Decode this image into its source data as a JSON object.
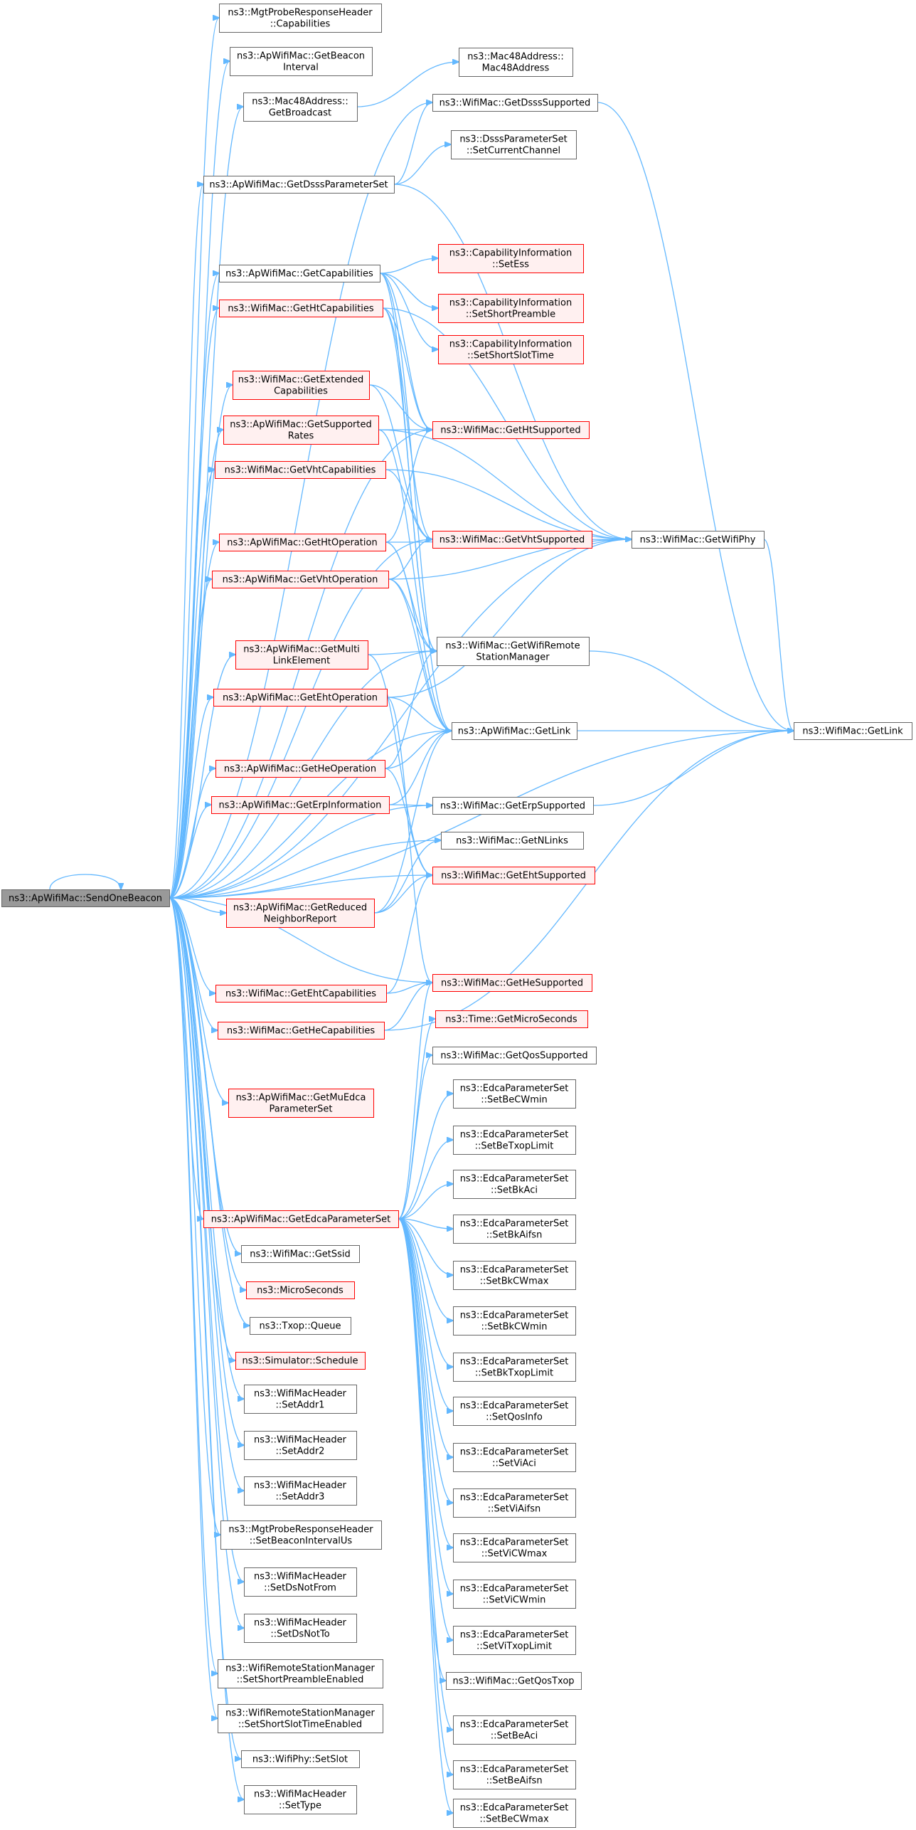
{
  "colors": {
    "edge": "#63b8ff",
    "node_fill": "#ffffff",
    "node_border": "#666666",
    "linked_fill": "#fff0f0",
    "linked_border": "#ff0000",
    "root_fill": "#999999",
    "root_border": "#666666"
  },
  "nodes": [
    {
      "id": "root",
      "lines": [
        "ns3::ApWifiMac::SendOneBeacon"
      ],
      "style": "root"
    },
    {
      "id": "probeCap",
      "lines": [
        "ns3::MgtProbeResponseHeader",
        "::Capabilities"
      ],
      "style": "plain"
    },
    {
      "id": "getBeaconInterval",
      "lines": [
        "ns3::ApWifiMac::GetBeacon",
        "Interval"
      ],
      "style": "plain"
    },
    {
      "id": "getBroadcast",
      "lines": [
        "ns3::Mac48Address::",
        "GetBroadcast"
      ],
      "style": "plain"
    },
    {
      "id": "mac48",
      "lines": [
        "ns3::Mac48Address::",
        "Mac48Address"
      ],
      "style": "plain"
    },
    {
      "id": "getDsssSupported",
      "lines": [
        "ns3::WifiMac::GetDsssSupported"
      ],
      "style": "plain"
    },
    {
      "id": "setCurrentChannel",
      "lines": [
        "ns3::DsssParameterSet",
        "::SetCurrentChannel"
      ],
      "style": "plain"
    },
    {
      "id": "getDsssParamSet",
      "lines": [
        "ns3::ApWifiMac::GetDsssParameterSet"
      ],
      "style": "plain"
    },
    {
      "id": "getCapabilities",
      "lines": [
        "ns3::ApWifiMac::GetCapabilities"
      ],
      "style": "plain"
    },
    {
      "id": "setEss",
      "lines": [
        "ns3::CapabilityInformation",
        "::SetEss"
      ],
      "style": "linked"
    },
    {
      "id": "getHtCaps",
      "lines": [
        "ns3::WifiMac::GetHtCapabilities"
      ],
      "style": "linked"
    },
    {
      "id": "setShortPreamble",
      "lines": [
        "ns3::CapabilityInformation",
        "::SetShortPreamble"
      ],
      "style": "linked"
    },
    {
      "id": "setShortSlotTime",
      "lines": [
        "ns3::CapabilityInformation",
        "::SetShortSlotTime"
      ],
      "style": "linked"
    },
    {
      "id": "getExtCaps",
      "lines": [
        "ns3::WifiMac::GetExtended",
        "Capabilities"
      ],
      "style": "linked"
    },
    {
      "id": "getSupportedRates",
      "lines": [
        "ns3::ApWifiMac::GetSupported",
        "Rates"
      ],
      "style": "linked"
    },
    {
      "id": "getHtSupported",
      "lines": [
        "ns3::WifiMac::GetHtSupported"
      ],
      "style": "linked"
    },
    {
      "id": "getVhtCaps",
      "lines": [
        "ns3::WifiMac::GetVhtCapabilities"
      ],
      "style": "linked"
    },
    {
      "id": "getHtOperation",
      "lines": [
        "ns3::ApWifiMac::GetHtOperation"
      ],
      "style": "linked"
    },
    {
      "id": "getVhtSupported",
      "lines": [
        "ns3::WifiMac::GetVhtSupported"
      ],
      "style": "linked"
    },
    {
      "id": "getWifiPhy",
      "lines": [
        "ns3::WifiMac::GetWifiPhy"
      ],
      "style": "plain"
    },
    {
      "id": "getVhtOperation",
      "lines": [
        "ns3::ApWifiMac::GetVhtOperation"
      ],
      "style": "linked"
    },
    {
      "id": "getMultiLink",
      "lines": [
        "ns3::ApWifiMac::GetMulti",
        "LinkElement"
      ],
      "style": "linked"
    },
    {
      "id": "getRsm",
      "lines": [
        "ns3::WifiMac::GetWifiRemote",
        "StationManager"
      ],
      "style": "plain"
    },
    {
      "id": "getEhtOperation",
      "lines": [
        "ns3::ApWifiMac::GetEhtOperation"
      ],
      "style": "linked"
    },
    {
      "id": "apGetLink",
      "lines": [
        "ns3::ApWifiMac::GetLink"
      ],
      "style": "plain"
    },
    {
      "id": "wmGetLink",
      "lines": [
        "ns3::WifiMac::GetLink"
      ],
      "style": "plain"
    },
    {
      "id": "getHeOperation",
      "lines": [
        "ns3::ApWifiMac::GetHeOperation"
      ],
      "style": "linked"
    },
    {
      "id": "getErpInfo",
      "lines": [
        "ns3::ApWifiMac::GetErpInformation"
      ],
      "style": "linked"
    },
    {
      "id": "getErpSupported",
      "lines": [
        "ns3::WifiMac::GetErpSupported"
      ],
      "style": "plain"
    },
    {
      "id": "getNLinks",
      "lines": [
        "ns3::WifiMac::GetNLinks"
      ],
      "style": "plain"
    },
    {
      "id": "getEhtSupported",
      "lines": [
        "ns3::WifiMac::GetEhtSupported"
      ],
      "style": "linked"
    },
    {
      "id": "getReducedNR",
      "lines": [
        "ns3::ApWifiMac::GetReduced",
        "NeighborReport"
      ],
      "style": "linked"
    },
    {
      "id": "getEhtCaps",
      "lines": [
        "ns3::WifiMac::GetEhtCapabilities"
      ],
      "style": "linked"
    },
    {
      "id": "getHeSupported",
      "lines": [
        "ns3::WifiMac::GetHeSupported"
      ],
      "style": "linked"
    },
    {
      "id": "getHeCaps",
      "lines": [
        "ns3::WifiMac::GetHeCapabilities"
      ],
      "style": "linked"
    },
    {
      "id": "getMicroSecs",
      "lines": [
        "ns3::Time::GetMicroSeconds"
      ],
      "style": "linked"
    },
    {
      "id": "getQosSupported",
      "lines": [
        "ns3::WifiMac::GetQosSupported"
      ],
      "style": "plain"
    },
    {
      "id": "getMuEdca",
      "lines": [
        "ns3::ApWifiMac::GetMuEdca",
        "ParameterSet"
      ],
      "style": "linked"
    },
    {
      "id": "setBeCWmin",
      "lines": [
        "ns3::EdcaParameterSet",
        "::SetBeCWmin"
      ],
      "style": "plain"
    },
    {
      "id": "setBeTxop",
      "lines": [
        "ns3::EdcaParameterSet",
        "::SetBeTxopLimit"
      ],
      "style": "plain"
    },
    {
      "id": "setBkAci",
      "lines": [
        "ns3::EdcaParameterSet",
        "::SetBkAci"
      ],
      "style": "plain"
    },
    {
      "id": "getEdca",
      "lines": [
        "ns3::ApWifiMac::GetEdcaParameterSet"
      ],
      "style": "linked"
    },
    {
      "id": "setBkAifsn",
      "lines": [
        "ns3::EdcaParameterSet",
        "::SetBkAifsn"
      ],
      "style": "plain"
    },
    {
      "id": "getSsid",
      "lines": [
        "ns3::WifiMac::GetSsid"
      ],
      "style": "plain"
    },
    {
      "id": "setBkCWmax",
      "lines": [
        "ns3::EdcaParameterSet",
        "::SetBkCWmax"
      ],
      "style": "plain"
    },
    {
      "id": "microSeconds",
      "lines": [
        "ns3::MicroSeconds"
      ],
      "style": "linked"
    },
    {
      "id": "txopQueue",
      "lines": [
        "ns3::Txop::Queue"
      ],
      "style": "plain"
    },
    {
      "id": "setBkCWmin",
      "lines": [
        "ns3::EdcaParameterSet",
        "::SetBkCWmin"
      ],
      "style": "plain"
    },
    {
      "id": "schedule",
      "lines": [
        "ns3::Simulator::Schedule"
      ],
      "style": "linked"
    },
    {
      "id": "setBkTxop",
      "lines": [
        "ns3::EdcaParameterSet",
        "::SetBkTxopLimit"
      ],
      "style": "plain"
    },
    {
      "id": "setAddr1",
      "lines": [
        "ns3::WifiMacHeader",
        "::SetAddr1"
      ],
      "style": "plain"
    },
    {
      "id": "setQosInfo",
      "lines": [
        "ns3::EdcaParameterSet",
        "::SetQosInfo"
      ],
      "style": "plain"
    },
    {
      "id": "setAddr2",
      "lines": [
        "ns3::WifiMacHeader",
        "::SetAddr2"
      ],
      "style": "plain"
    },
    {
      "id": "setViAci",
      "lines": [
        "ns3::EdcaParameterSet",
        "::SetViAci"
      ],
      "style": "plain"
    },
    {
      "id": "setAddr3",
      "lines": [
        "ns3::WifiMacHeader",
        "::SetAddr3"
      ],
      "style": "plain"
    },
    {
      "id": "setViAifsn",
      "lines": [
        "ns3::EdcaParameterSet",
        "::SetViAifsn"
      ],
      "style": "plain"
    },
    {
      "id": "setBeaconIntUs",
      "lines": [
        "ns3::MgtProbeResponseHeader",
        "::SetBeaconIntervalUs"
      ],
      "style": "plain"
    },
    {
      "id": "setViCWmax",
      "lines": [
        "ns3::EdcaParameterSet",
        "::SetViCWmax"
      ],
      "style": "plain"
    },
    {
      "id": "setDsNotFrom",
      "lines": [
        "ns3::WifiMacHeader",
        "::SetDsNotFrom"
      ],
      "style": "plain"
    },
    {
      "id": "setViCWmin",
      "lines": [
        "ns3::EdcaParameterSet",
        "::SetViCWmin"
      ],
      "style": "plain"
    },
    {
      "id": "setDsNotTo",
      "lines": [
        "ns3::WifiMacHeader",
        "::SetDsNotTo"
      ],
      "style": "plain"
    },
    {
      "id": "setViTxop",
      "lines": [
        "ns3::EdcaParameterSet",
        "::SetViTxopLimit"
      ],
      "style": "plain"
    },
    {
      "id": "setShortPreambleEn",
      "lines": [
        "ns3::WifiRemoteStationManager",
        "::SetShortPreambleEnabled"
      ],
      "style": "plain"
    },
    {
      "id": "getQosTxop",
      "lines": [
        "ns3::WifiMac::GetQosTxop"
      ],
      "style": "plain"
    },
    {
      "id": "setBeAci",
      "lines": [
        "ns3::EdcaParameterSet",
        "::SetBeAci"
      ],
      "style": "plain"
    },
    {
      "id": "setShortSlotEn",
      "lines": [
        "ns3::WifiRemoteStationManager",
        "::SetShortSlotTimeEnabled"
      ],
      "style": "plain"
    },
    {
      "id": "setSlot",
      "lines": [
        "ns3::WifiPhy::SetSlot"
      ],
      "style": "plain"
    },
    {
      "id": "setBeAifsn",
      "lines": [
        "ns3::EdcaParameterSet",
        "::SetBeAifsn"
      ],
      "style": "plain"
    },
    {
      "id": "setType",
      "lines": [
        "ns3::WifiMacHeader",
        "::SetType"
      ],
      "style": "plain"
    },
    {
      "id": "setBeCWmax",
      "lines": [
        "ns3::EdcaParameterSet",
        "::SetBeCWmax"
      ],
      "style": "plain"
    }
  ],
  "edges": [
    [
      "root",
      "root"
    ],
    [
      "root",
      "probeCap"
    ],
    [
      "root",
      "getBeaconInterval"
    ],
    [
      "root",
      "getBroadcast"
    ],
    [
      "root",
      "getDsssParamSet"
    ],
    [
      "root",
      "getDsssSupported"
    ],
    [
      "root",
      "getWifiPhy"
    ],
    [
      "root",
      "getCapabilities"
    ],
    [
      "root",
      "getHtCaps"
    ],
    [
      "root",
      "getExtCaps"
    ],
    [
      "root",
      "getSupportedRates"
    ],
    [
      "root",
      "getVhtCaps"
    ],
    [
      "root",
      "getHtOperation"
    ],
    [
      "root",
      "getVhtOperation"
    ],
    [
      "root",
      "getMultiLink"
    ],
    [
      "root",
      "getEhtOperation"
    ],
    [
      "root",
      "getHeOperation"
    ],
    [
      "root",
      "getErpInfo"
    ],
    [
      "root",
      "getReducedNR"
    ],
    [
      "root",
      "getEhtCaps"
    ],
    [
      "root",
      "getHeCaps"
    ],
    [
      "root",
      "getMuEdca"
    ],
    [
      "root",
      "getEdca"
    ],
    [
      "root",
      "getSsid"
    ],
    [
      "root",
      "microSeconds"
    ],
    [
      "root",
      "txopQueue"
    ],
    [
      "root",
      "schedule"
    ],
    [
      "root",
      "setAddr1"
    ],
    [
      "root",
      "setAddr2"
    ],
    [
      "root",
      "setAddr3"
    ],
    [
      "root",
      "setBeaconIntUs"
    ],
    [
      "root",
      "setDsNotFrom"
    ],
    [
      "root",
      "setDsNotTo"
    ],
    [
      "root",
      "setShortPreambleEn"
    ],
    [
      "root",
      "setShortSlotEn"
    ],
    [
      "root",
      "setSlot"
    ],
    [
      "root",
      "setType"
    ],
    [
      "root",
      "getHtSupported"
    ],
    [
      "root",
      "getVhtSupported"
    ],
    [
      "root",
      "getRsm"
    ],
    [
      "root",
      "apGetLink"
    ],
    [
      "root",
      "wmGetLink"
    ],
    [
      "root",
      "getErpSupported"
    ],
    [
      "root",
      "getNLinks"
    ],
    [
      "root",
      "getEhtSupported"
    ],
    [
      "root",
      "getHeSupported"
    ],
    [
      "getBroadcast",
      "mac48"
    ],
    [
      "getDsssParamSet",
      "getDsssSupported"
    ],
    [
      "getDsssParamSet",
      "setCurrentChannel"
    ],
    [
      "getDsssParamSet",
      "getWifiPhy"
    ],
    [
      "getDsssSupported",
      "wmGetLink"
    ],
    [
      "getCapabilities",
      "setEss"
    ],
    [
      "getCapabilities",
      "setShortPreamble"
    ],
    [
      "getCapabilities",
      "setShortSlotTime"
    ],
    [
      "getCapabilities",
      "getHtSupported"
    ],
    [
      "getCapabilities",
      "getRsm"
    ],
    [
      "getCapabilities",
      "apGetLink"
    ],
    [
      "getHtCaps",
      "getHtSupported"
    ],
    [
      "getHtCaps",
      "getWifiPhy"
    ],
    [
      "getHtCaps",
      "getVhtSupported"
    ],
    [
      "getHtCaps",
      "getRsm"
    ],
    [
      "getExtCaps",
      "getHtSupported"
    ],
    [
      "getExtCaps",
      "getVhtSupported"
    ],
    [
      "getSupportedRates",
      "getHtSupported"
    ],
    [
      "getSupportedRates",
      "getWifiPhy"
    ],
    [
      "getSupportedRates",
      "apGetLink"
    ],
    [
      "getVhtCaps",
      "getVhtSupported"
    ],
    [
      "getVhtCaps",
      "getWifiPhy"
    ],
    [
      "getHtOperation",
      "getHtSupported"
    ],
    [
      "getHtOperation",
      "getWifiPhy"
    ],
    [
      "getHtOperation",
      "getRsm"
    ],
    [
      "getHtOperation",
      "apGetLink"
    ],
    [
      "getVhtOperation",
      "getVhtSupported"
    ],
    [
      "getVhtOperation",
      "getWifiPhy"
    ],
    [
      "getVhtOperation",
      "getRsm"
    ],
    [
      "getVhtOperation",
      "apGetLink"
    ],
    [
      "getMultiLink",
      "getRsm"
    ],
    [
      "getMultiLink",
      "getEhtSupported"
    ],
    [
      "getEhtOperation",
      "apGetLink"
    ],
    [
      "getEhtOperation",
      "getHeSupported"
    ],
    [
      "getEhtOperation",
      "getWifiPhy"
    ],
    [
      "getHeOperation",
      "getRsm"
    ],
    [
      "getHeOperation",
      "apGetLink"
    ],
    [
      "getHeOperation",
      "getEhtSupported"
    ],
    [
      "getErpInfo",
      "getErpSupported"
    ],
    [
      "getErpInfo",
      "apGetLink"
    ],
    [
      "getReducedNR",
      "apGetLink"
    ],
    [
      "getReducedNR",
      "getNLinks"
    ],
    [
      "getReducedNR",
      "getEhtSupported"
    ],
    [
      "getEhtCaps",
      "getEhtSupported"
    ],
    [
      "getEhtCaps",
      "getHeSupported"
    ],
    [
      "getHeCaps",
      "getHeSupported"
    ],
    [
      "getHeCaps",
      "wmGetLink"
    ],
    [
      "getWifiPhy",
      "wmGetLink"
    ],
    [
      "getRsm",
      "wmGetLink"
    ],
    [
      "apGetLink",
      "wmGetLink"
    ],
    [
      "getErpSupported",
      "wmGetLink"
    ],
    [
      "getEdca",
      "getMicroSecs"
    ],
    [
      "getEdca",
      "getQosSupported"
    ],
    [
      "getEdca",
      "getHeSupported"
    ],
    [
      "getEdca",
      "setBeCWmin"
    ],
    [
      "getEdca",
      "setBeTxop"
    ],
    [
      "getEdca",
      "setBkAci"
    ],
    [
      "getEdca",
      "setBkAifsn"
    ],
    [
      "getEdca",
      "setBkCWmax"
    ],
    [
      "getEdca",
      "setBkCWmin"
    ],
    [
      "getEdca",
      "setBkTxop"
    ],
    [
      "getEdca",
      "setQosInfo"
    ],
    [
      "getEdca",
      "setViAci"
    ],
    [
      "getEdca",
      "setViAifsn"
    ],
    [
      "getEdca",
      "setViCWmax"
    ],
    [
      "getEdca",
      "setViCWmin"
    ],
    [
      "getEdca",
      "setViTxop"
    ],
    [
      "getEdca",
      "getQosTxop"
    ],
    [
      "getEdca",
      "setBeAci"
    ],
    [
      "getEdca",
      "setBeAifsn"
    ],
    [
      "getEdca",
      "setBeCWmax"
    ]
  ]
}
